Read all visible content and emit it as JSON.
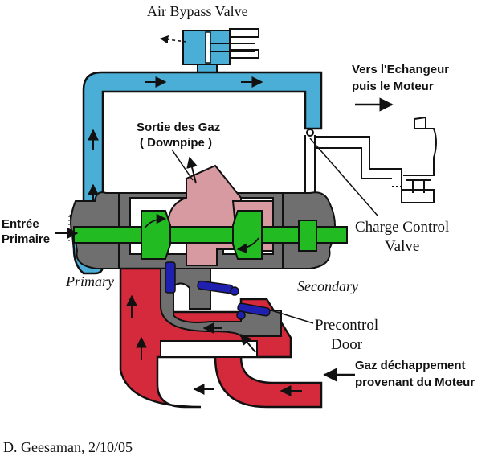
{
  "labels": {
    "air_bypass_valve": "Air Bypass Valve",
    "vers_echangeur_line1": "Vers l'Echangeur",
    "vers_echangeur_line2": "puis le Moteur",
    "sortie_gaz_line1": "Sortie des Gaz",
    "sortie_gaz_line2": "( Downpipe )",
    "entree_primaire_line1": "Entrée",
    "entree_primaire_line2": "Primaire",
    "primary": "Primary",
    "secondary": "Secondary",
    "charge_control_line1": "Charge Control",
    "charge_control_line2": "Valve",
    "precontrol_line1": "Precontrol",
    "precontrol_line2": "Door",
    "gaz_echappement_line1": "Gaz déchappement",
    "gaz_echappement_line2": "provenant du Moteur",
    "credit": "D. Geesaman, 2/10/05"
  },
  "colors": {
    "intake_air": "#4aaed6",
    "exhaust_hot": "#d42a3c",
    "turbine_outlet": "#d79aa0",
    "compressor_wheel": "#22bb22",
    "control_door": "#2020b0",
    "housing": "#6f6f6f",
    "line": "#111111"
  }
}
